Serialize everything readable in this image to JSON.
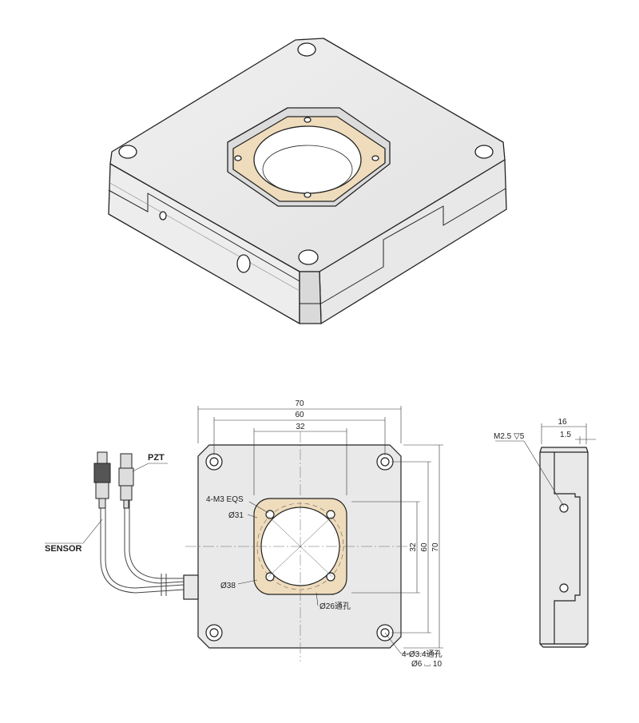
{
  "front_view": {
    "width_dims": [
      "70",
      "60",
      "32"
    ],
    "height_dims": [
      "32",
      "60",
      "70"
    ],
    "labels": {
      "tapped_holes": "4-M3 EQS",
      "bolt_circle": "Ø31",
      "ring_od": "Ø38",
      "bore": "Ø26通孔",
      "mount_holes": "4-Ø3.4通孔",
      "counterbore": "Ø6 ⌴ 10"
    }
  },
  "cable_labels": {
    "pzt": "PZT",
    "sensor": "SENSOR"
  },
  "side_view": {
    "thickness": "16",
    "offset": "1.5",
    "thread": "M2.5 ▽5"
  },
  "colors": {
    "ring": "#efdcbc",
    "body": "#eeeeee",
    "line": "#222222"
  }
}
